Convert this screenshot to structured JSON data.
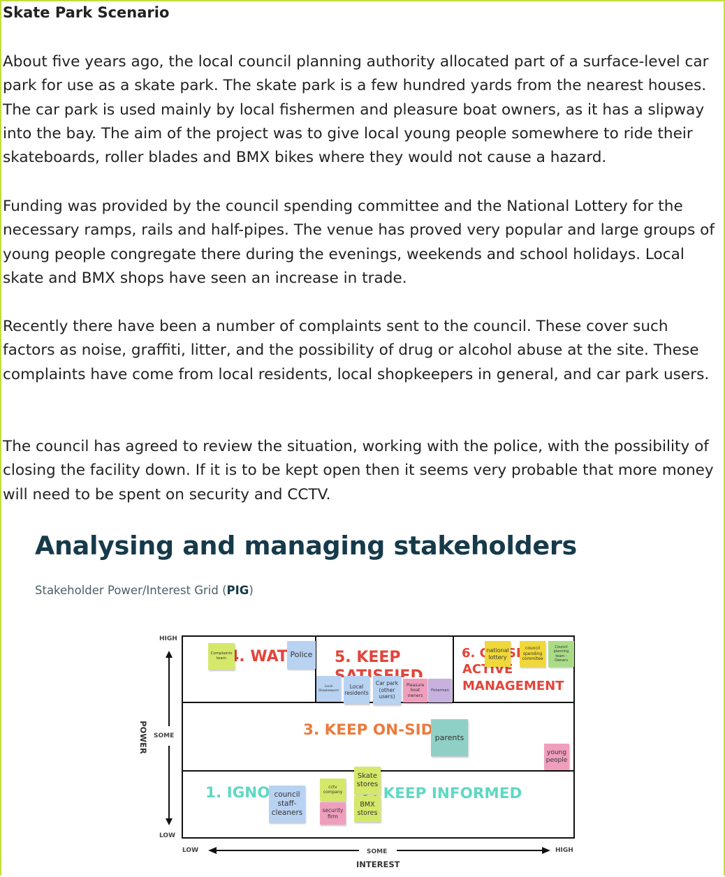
{
  "document": {
    "title": "Skate Park Scenario",
    "paragraphs": [
      " About five years ago, the local council planning authority allocated part of a surface-level car park for use as a skate park. The skate park is a few hundred yards from the nearest houses. The car park is used mainly by local fishermen and pleasure boat owners, as it has a slipway into the bay. The aim of the project was to give local young people somewhere to ride their skateboards, roller blades and BMX bikes where they would not cause a hazard.",
      "Funding was provided by the council spending committee and the National Lottery for the necessary ramps, rails and half-pipes. The venue has proved very popular and large groups of young people congregate there during the evenings, weekends and school holidays. Local skate and BMX shops have seen an increase in trade.",
      "Recently there have been a number of complaints sent to the council. These cover such factors as noise, graffiti, litter, and the possibility of drug or alcohol abuse at the site. These complaints have come from local residents, local shopkeepers in general, and car park users.",
      "The council has agreed to review the situation, working with the police, with the possibility of closing the facility down. If it is to be kept open then it seems very probable that more money will need to be spent on security and CCTV."
    ]
  },
  "figure": {
    "heading": "Analysing and managing stakeholders",
    "subheading_prefix": "Stakeholder Power/Interest Grid (",
    "subheading_bold": "PIG",
    "subheading_suffix": ")",
    "power_axis": {
      "label": "POWER",
      "high": "HIGH",
      "some": "SOME",
      "low": "LOW"
    },
    "interest_axis": {
      "label": "INTEREST",
      "low": "LOW",
      "some": "SOME",
      "high": "HIGH"
    },
    "zones": {
      "watch": "4. WATCH",
      "keep_satisfied_1": "5. KEEP",
      "keep_satisfied_2": "SATISFIED",
      "active_1": "6. CLOSEST",
      "active_2": "ACTIVE",
      "active_3": "MANAGEMENT",
      "keep_onside": "3. KEEP ON-SIDE",
      "ignore": "1. IGNORE",
      "keep_informed": "2. KEEP INFORMED"
    },
    "notes": {
      "complaints_team": "Complaints team",
      "police": "Police",
      "national_lottery": "national lottery",
      "council_spending": "council spending commitee",
      "council_planning": "Council planning team - Owners",
      "local_shopkeepers": "Local Shopkeepers",
      "local_residents": "Local residents",
      "car_park": "Car park (other users)",
      "pleasure_boat": "Pleasure boat owners",
      "fishermen": "Fishermen",
      "parents": "parents",
      "young_people": "young people",
      "council_staff": "council staff-cleaners",
      "cctv": "cctv company",
      "security": "security firm",
      "skate_stores": "Skate stores",
      "bmx_stores": "BMX stores"
    }
  }
}
